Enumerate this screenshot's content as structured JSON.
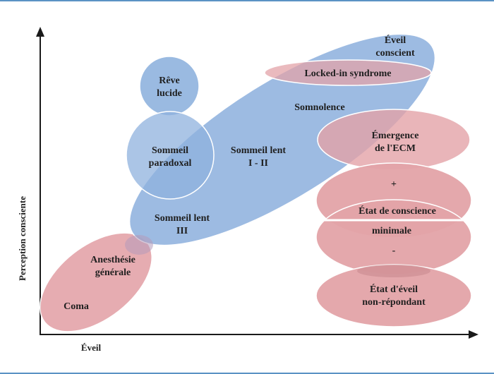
{
  "axes": {
    "y_label": "Perception consciente",
    "x_label": "Éveil"
  },
  "states": {
    "eveil_conscient": [
      "Éveil",
      "conscient"
    ],
    "locked_in": "Locked-in syndrome",
    "somnolence": "Somnolence",
    "reve_lucide": [
      "Rêve",
      "lucide"
    ],
    "sommeil_paradoxal": [
      "Sommeil",
      "paradoxal"
    ],
    "sommeil_lent_1_2": [
      "Sommeil lent",
      "I - II"
    ],
    "sommeil_lent_3": [
      "Sommeil lent",
      "III"
    ],
    "emergence_ecm": [
      "Émergence",
      "de l'ECM"
    ],
    "ecm_plus": "+",
    "ecm_label_top": "État de conscience",
    "ecm_label_bottom": "minimale",
    "ecm_minus": "-",
    "anesthesie": [
      "Anesthésie",
      "générale"
    ],
    "coma": "Coma",
    "non_repondant": [
      "État d'éveil",
      "non-répondant"
    ]
  },
  "colors": {
    "blue_fill": "#8fb2de",
    "blue_stroke": "#ffffff",
    "red_fill": "#e3a3a8",
    "red_stroke": "#ffffff",
    "axis": "#1a1a1a",
    "frame": "#5b93c4"
  }
}
